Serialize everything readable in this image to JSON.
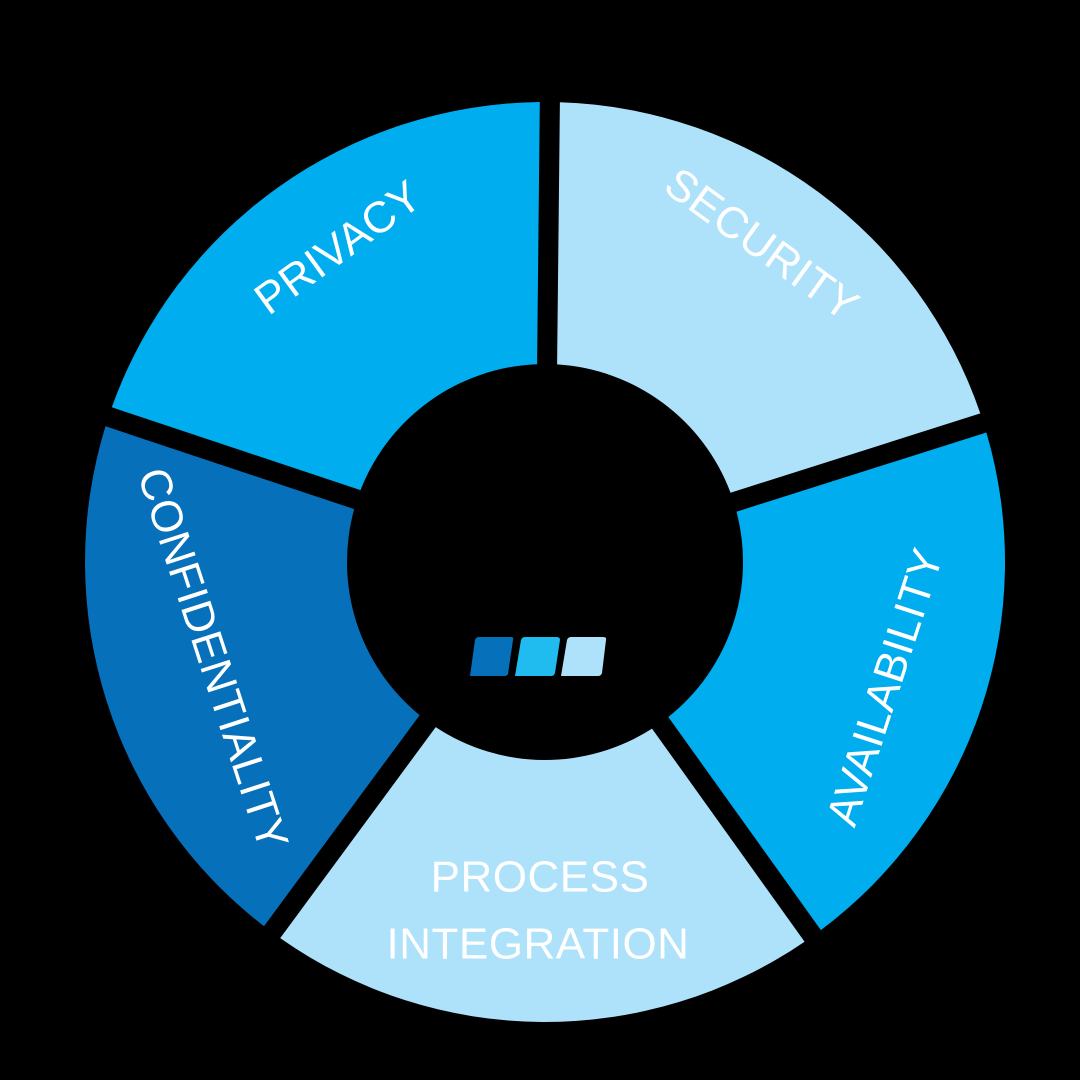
{
  "diagram": {
    "type": "segmented-wheel",
    "background": "#000000",
    "center_hole_color": "#000000",
    "segments": [
      {
        "id": "privacy",
        "label": "PRIVACY",
        "color": "#00ADEE"
      },
      {
        "id": "security",
        "label": "SECURITY",
        "color": "#AEE1FA"
      },
      {
        "id": "availability",
        "label": "AVAILABILITY",
        "color": "#00ADEE"
      },
      {
        "id": "process-integration",
        "label_line1": "PROCESS",
        "label_line2": "INTEGRATION",
        "color": "#AEE1FA"
      },
      {
        "id": "confidentiality",
        "label": "CONFIDENTIALITY",
        "color": "#0770BA"
      }
    ],
    "logo": {
      "name": "three-bar-logo",
      "colors": [
        "#0770BA",
        "#20BBEF",
        "#AEE1FA"
      ]
    }
  }
}
